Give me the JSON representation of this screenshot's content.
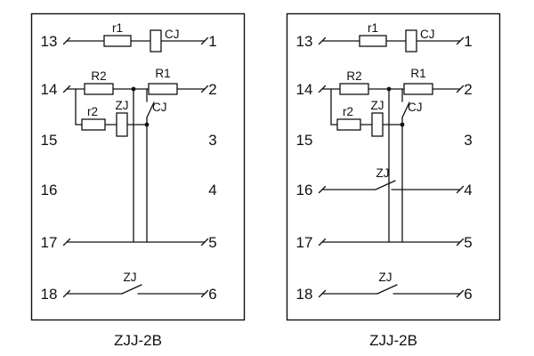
{
  "colors": {
    "line": "#111111",
    "background": "#ffffff"
  },
  "panels": [
    {
      "caption": "ZJJ-2B",
      "terminals_left": [
        "13",
        "14",
        "15",
        "16",
        "17",
        "18"
      ],
      "terminals_right": [
        "1",
        "2",
        "3",
        "4",
        "5",
        "6"
      ],
      "components": {
        "r1": "r1",
        "cj_coil": "CJ",
        "R2": "R2",
        "R1": "R1",
        "r2": "r2",
        "zj_coil": "ZJ",
        "cj_contact": "CJ",
        "zj_bottom": "ZJ"
      }
    },
    {
      "caption": "ZJJ-2B",
      "terminals_left": [
        "13",
        "14",
        "15",
        "16",
        "17",
        "18"
      ],
      "terminals_right": [
        "1",
        "2",
        "3",
        "4",
        "5",
        "6"
      ],
      "components": {
        "r1": "r1",
        "cj_coil": "CJ",
        "R2": "R2",
        "R1": "R1",
        "r2": "r2",
        "zj_coil": "ZJ",
        "cj_contact": "CJ",
        "zj_mid": "ZJ",
        "zj_bottom": "ZJ"
      }
    }
  ]
}
